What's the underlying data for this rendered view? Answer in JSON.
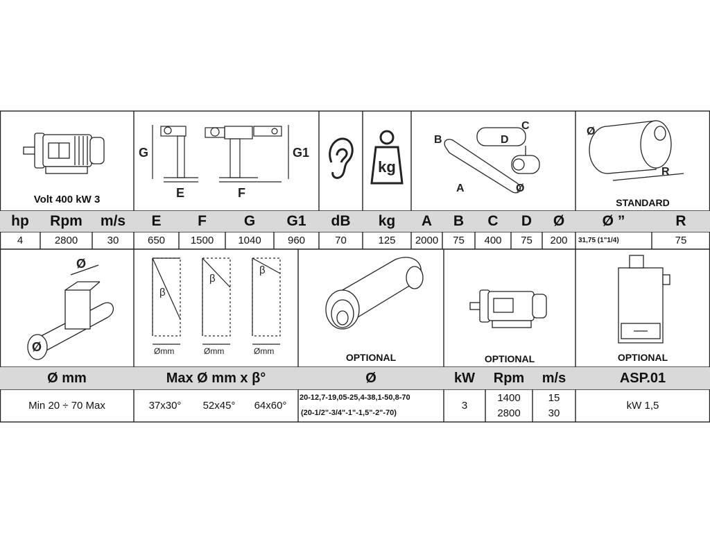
{
  "row1": {
    "motor_caption": "Volt 400 kW 3",
    "dims_labels": {
      "g": "G",
      "e": "E",
      "f": "F",
      "g1": "G1"
    },
    "weight_label": "kg",
    "belt_labels": {
      "a": "A",
      "b": "B",
      "c": "C",
      "d": "D",
      "dia": "Ø"
    },
    "wheel_labels": {
      "dia": "Ø",
      "r": "R"
    },
    "wheel_caption": "STANDARD"
  },
  "header1": [
    "hp",
    "Rpm",
    "m/s",
    "E",
    "F",
    "G",
    "G1",
    "dB",
    "kg",
    "A",
    "B",
    "C",
    "D",
    "Ø",
    "Ø ”",
    "R"
  ],
  "values1": [
    "4",
    "2800",
    "30",
    "650",
    "1500",
    "1040",
    "960",
    "70",
    "125",
    "2000",
    "75",
    "400",
    "75",
    "200",
    "31,75 (1\"1/4)",
    "75"
  ],
  "row2": {
    "pipe_labels": {
      "top": "Ø",
      "bottom": "Ø"
    },
    "angle_labels": {
      "beta": "β",
      "dia": "Ømm"
    },
    "roller_caption": "OPTIONAL",
    "motor_caption": "OPTIONAL",
    "asp_caption": "OPTIONAL"
  },
  "header2": {
    "pipe": "Ø mm",
    "angle": "Max Ø mm x β°",
    "roller": "Ø",
    "kw": "kW",
    "rpm": "Rpm",
    "ms": "m/s",
    "asp": "ASP.01"
  },
  "values2": {
    "pipe": "Min 20 ÷ 70 Max",
    "angles": [
      "37x30°",
      "52x45°",
      "64x60°"
    ],
    "roller_line1": "20-12,7-19,05-25,4-38,1-50,8-70",
    "roller_line2": "(20-1/2\"-3/4\"-1\"-1,5\"-2\"-70)",
    "kw": "3",
    "rpm": [
      "1400",
      "2800"
    ],
    "ms": [
      "15",
      "30"
    ],
    "asp": "kW 1,5"
  }
}
